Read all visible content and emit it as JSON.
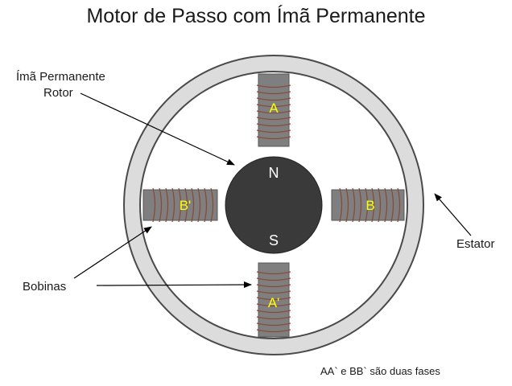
{
  "title": "Motor de Passo com Ímã Permanente",
  "labels": {
    "magnet_line1": "Ímã Permanente",
    "magnet_line2": "Rotor",
    "stator": "Estator",
    "coils": "Bobinas",
    "footnote": "AA` e BB` são duas fases"
  },
  "rotor": {
    "north": "N",
    "south": "S"
  },
  "poles": {
    "top": "A",
    "bottom": "A'",
    "left": "B'",
    "right": "B"
  },
  "colors": {
    "stator_fill": "#dcdcdc",
    "stator_outline": "#4a4a4a",
    "rotor": "#3a3a3a",
    "coil_core": "#7f7f7f",
    "coil_wire": "#8a4a3a",
    "pole_label": "#ffff00"
  }
}
